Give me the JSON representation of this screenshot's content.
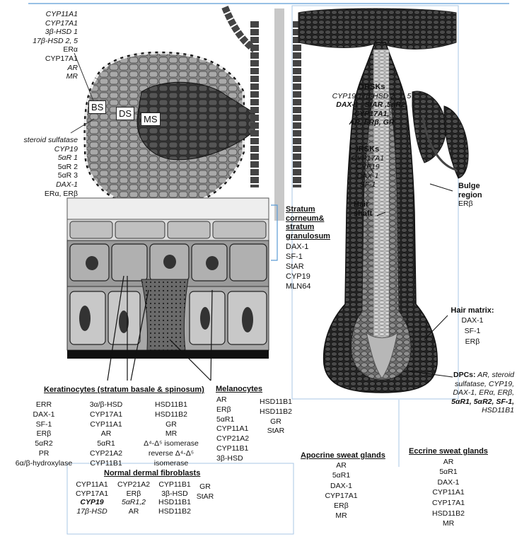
{
  "gland": {
    "top_list": [
      "CYP11A1",
      "CYP17A1",
      "3β-HSD 1",
      "17β-HSD 2, 5",
      "ERα",
      "CYP17A1",
      "AR",
      "MR"
    ],
    "top_styles": [
      "it",
      "it",
      "it",
      "it",
      "n",
      "n",
      "it",
      "it"
    ],
    "bottom_list": [
      "steroid sulfatase",
      "CYP19",
      "5αR 1",
      "5αR 2",
      "5αR 3",
      "DAX-1",
      "ERα, ERβ"
    ],
    "bottom_styles": [
      "it",
      "it",
      "it",
      "n",
      "n",
      "it",
      "n"
    ],
    "bs": "BS",
    "ds": "DS",
    "ms": "MS"
  },
  "stratum": {
    "title": [
      "Stratum",
      "corneum&",
      "stratum",
      "granulosum"
    ],
    "items": [
      "DAX-1",
      "SF-1",
      "StAR",
      "CYP19",
      "MLN64"
    ]
  },
  "orsks": {
    "title": "ORSKs",
    "lines": [
      "CYP19,17β-HSD 2, 1, 5",
      "DAX-1 , StAR ,5αR2,",
      "CYP17A1,",
      "AR, ERβ, GR"
    ]
  },
  "irsks": {
    "title": "IRSKs",
    "items": [
      "CYP17A1",
      "CYP19",
      "DAX-1",
      "SF-1"
    ]
  },
  "hairshaft": {
    "title": [
      "Hair",
      "shaft"
    ]
  },
  "bulge": {
    "title": [
      "Bulge",
      "region"
    ],
    "item": "ERβ"
  },
  "matrix": {
    "title": "Hair matrix:",
    "items": [
      "DAX-1",
      "SF-1",
      "ERβ"
    ]
  },
  "dpcs": {
    "label": "DPCs:",
    "lines": [
      "AR, steroid",
      "sulfatase, CYP19,",
      "DAX-1, ERα, ERβ,",
      "5αR1, 5αR2, SF-1,",
      "HSD11B1"
    ]
  },
  "keratinocytes": {
    "title": "Keratinocytes (stratum basale & spinosum)",
    "col1": [
      "ERR",
      "DAX-1",
      "SF-1",
      "ERβ",
      "5αR2",
      "PR",
      "6α/β-hydroxylase"
    ],
    "col2": [
      "3α/β-HSD",
      "CYP17A1",
      "CYP11A1",
      "AR",
      "5αR1",
      "CYP21A2",
      "CYP11B1"
    ],
    "col3": [
      "HSD11B1",
      "HSD11B2",
      "GR",
      "MR",
      "Δ⁴-Δ⁵ isomerase",
      "reverse Δ⁴-Δ⁵",
      "isomerase"
    ]
  },
  "melanocytes": {
    "title": "Melanocytes",
    "col1": [
      "AR",
      "ERβ",
      "5αR1",
      "CYP11A1",
      "CYP21A2",
      "CYP11B1",
      "3β-HSD"
    ],
    "col2": [
      "HSD11B1",
      "HSD11B2",
      "GR",
      "StAR"
    ]
  },
  "fibroblasts": {
    "title": "Normal dermal fibroblasts",
    "col1": [
      "CYP11A1",
      "CYP17A1",
      "CYP19",
      "17β-HSD"
    ],
    "col2": [
      "CYP21A2",
      "ERβ",
      "5αR1,2",
      "AR"
    ],
    "col3": [
      "CYP11B1",
      "3β-HSD",
      "HSD11B1",
      "HSD11B2"
    ],
    "col4": [
      "GR",
      "StAR"
    ]
  },
  "apocrine": {
    "title": "Apocrine sweat glands",
    "items": [
      "AR",
      "5αR1",
      "DAX-1",
      "CYP17A1",
      "ERβ",
      "MR"
    ]
  },
  "eccrine": {
    "title": "Eccrine sweat glands",
    "items": [
      "AR",
      "5αR1",
      "DAX-1",
      "CYP11A1",
      "CYP17A1",
      "HSD11B2",
      "MR"
    ]
  }
}
